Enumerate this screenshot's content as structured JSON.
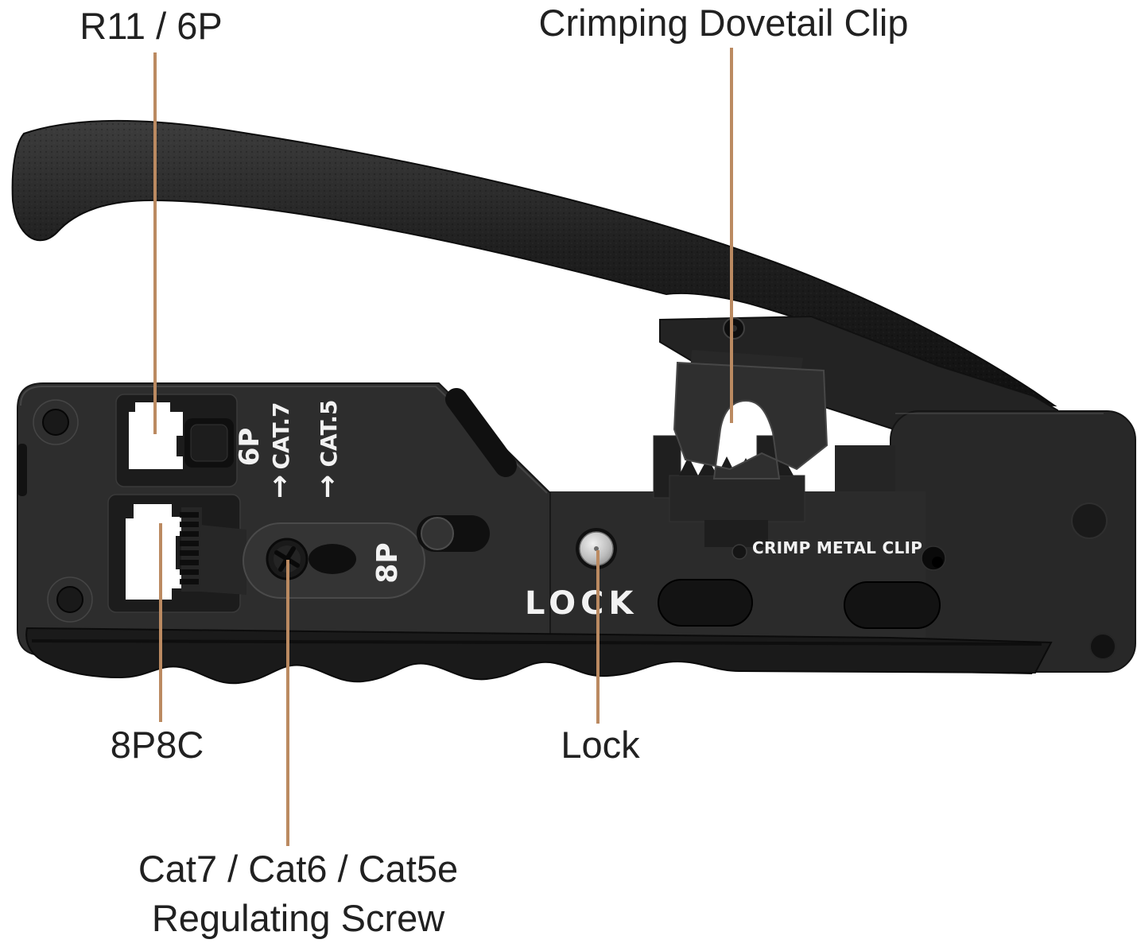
{
  "colors": {
    "background": "#ffffff",
    "label_text": "#212121",
    "callout_line": "#bb8a61",
    "tool_body": "#2b2b2b",
    "tool_handle": "#1e1e1e",
    "marking_text": "#f2f2f2",
    "jack_opening": "#ffffff",
    "lock_pin_metal": "#d9d9d9"
  },
  "callouts": {
    "r11_6p": "R11 / 6P",
    "dovetail": "Crimping Dovetail Clip",
    "p8c": "8P8C",
    "lock": "Lock",
    "screw_line1": "Cat7 / Cat6 / Cat5e",
    "screw_line2": "Regulating Screw"
  },
  "markings": {
    "port_6p": "6P",
    "cat7": "CAT.7",
    "cat5": "CAT.5",
    "arrow_up": "↑",
    "port_8p": "8P",
    "lock": "LOCK",
    "crimp_metal_clip": "CRIMP METAL CLIP"
  }
}
